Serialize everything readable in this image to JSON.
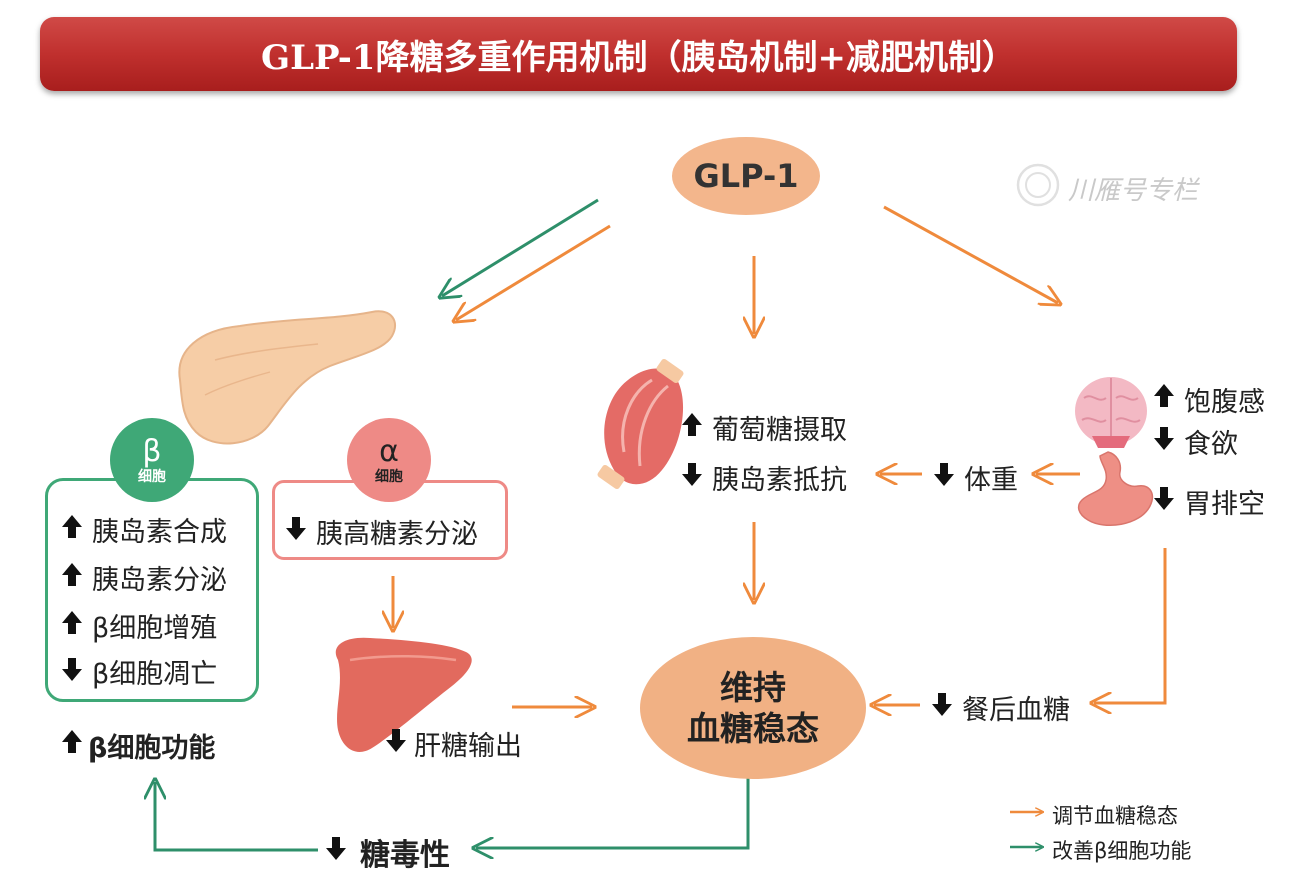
{
  "header": {
    "title": "GLP-1降糖多重作用机制（胰岛机制+减肥机制）"
  },
  "colors": {
    "regulate": "#ef8a3c",
    "improve": "#2e8f6a",
    "beta": "#3fa877",
    "alpha": "#ee8a86",
    "banner": "#c0302e",
    "node": "#f2b386"
  },
  "nodes": {
    "glp1": "GLP-1",
    "center_line1": "维持",
    "center_line2": "血糖稳态",
    "watermark": "川雁号专栏"
  },
  "beta": {
    "symbol": "β",
    "sub": "细胞",
    "items": [
      {
        "dir": "up",
        "text": "胰岛素合成"
      },
      {
        "dir": "up",
        "text": "胰岛素分泌"
      },
      {
        "dir": "up",
        "text": "β细胞增殖"
      },
      {
        "dir": "down",
        "text": "β细胞凋亡"
      }
    ],
    "function": "β细胞功能"
  },
  "alpha": {
    "symbol": "α",
    "sub": "细胞",
    "item": "胰高糖素分泌"
  },
  "liver": {
    "text": "肝糖输出"
  },
  "muscle": {
    "up": "葡萄糖摄取",
    "down": "胰岛素抵抗"
  },
  "weight": {
    "text": "体重"
  },
  "brain": {
    "up": "饱腹感",
    "down": "食欲"
  },
  "stomach": {
    "text": "胃排空"
  },
  "postprandial": {
    "text": "餐后血糖"
  },
  "toxicity": {
    "text": "糖毒性"
  },
  "legend": [
    {
      "label": "调节血糖稳态",
      "color": "#ef8a3c"
    },
    {
      "label": "改善β细胞功能",
      "color": "#2e8f6a"
    }
  ]
}
